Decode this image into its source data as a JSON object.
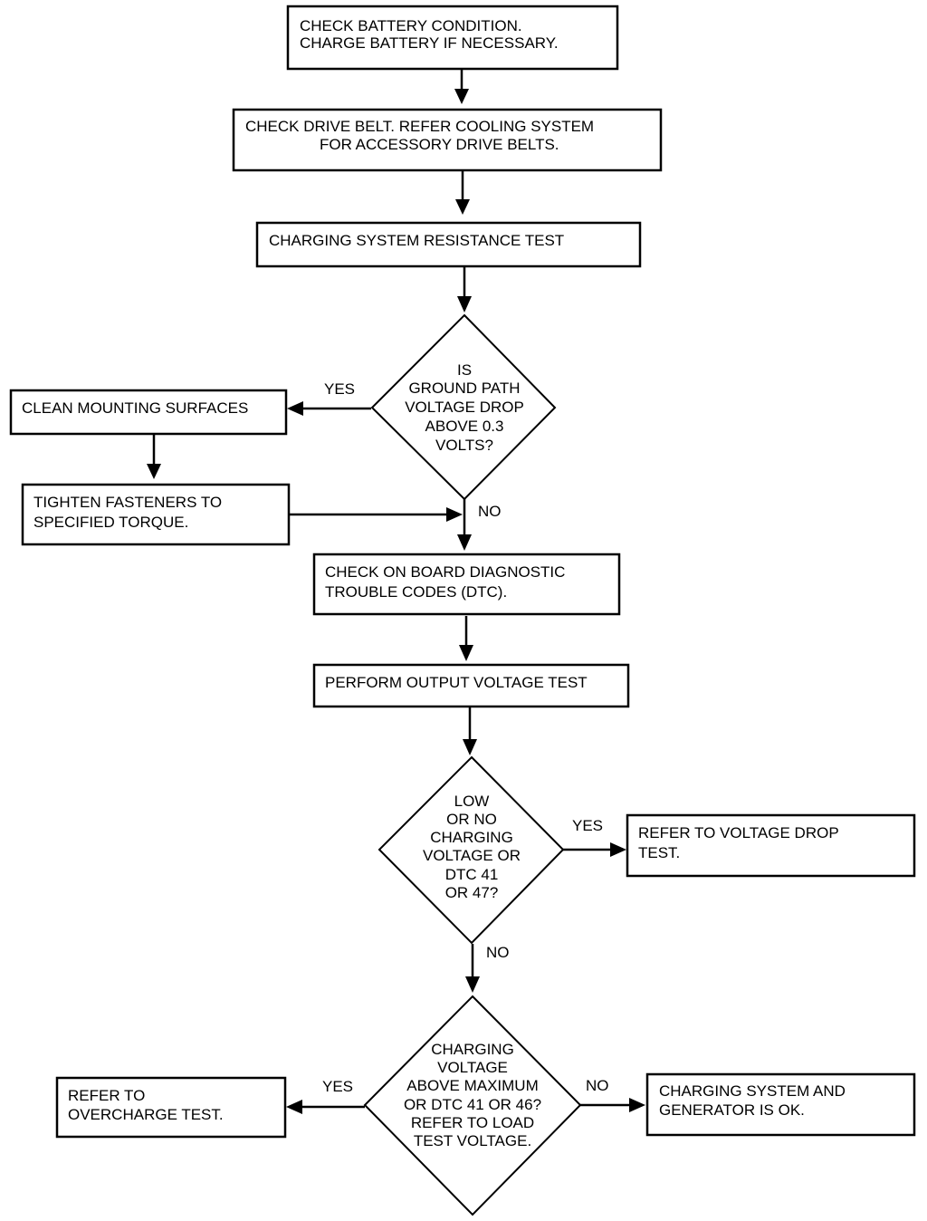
{
  "steps": {
    "check_battery": [
      "CHECK BATTERY CONDITION.",
      "CHARGE BATTERY IF NECESSARY."
    ],
    "check_belt": [
      "CHECK DRIVE BELT. REFER  COOLING  SYSTEM",
      "FOR ACCESSORY DRIVE BELTS."
    ],
    "resistance_test": [
      "CHARGING SYSTEM RESISTANCE TEST"
    ],
    "clean_surfaces": [
      "CLEAN MOUNTING SURFACES"
    ],
    "tighten_fasteners": [
      "TIGHTEN FASTENERS TO",
      "SPECIFIED TORQUE."
    ],
    "check_dtc": [
      "CHECK ON BOARD DIAGNOSTIC",
      "TROUBLE CODES (DTC)."
    ],
    "output_test": [
      "PERFORM OUTPUT VOLTAGE TEST"
    ],
    "voltage_drop": [
      "REFER TO VOLTAGE DROP",
      "TEST."
    ],
    "overcharge": [
      "REFER TO",
      "OVERCHARGE TEST."
    ],
    "system_ok": [
      "CHARGING SYSTEM AND",
      "GENERATOR IS OK."
    ]
  },
  "decisions": {
    "ground_path": [
      "IS",
      "GROUND PATH",
      "VOLTAGE DROP",
      "ABOVE 0.3",
      "VOLTS?"
    ],
    "low_charging": [
      "LOW",
      "OR NO",
      "CHARGING",
      "VOLTAGE OR",
      "DTC  41",
      "OR 47?"
    ],
    "above_max": [
      "CHARGING",
      "VOLTAGE",
      "ABOVE MAXIMUM",
      "OR DTC 41 OR 46?",
      "REFER TO LOAD",
      "TEST VOLTAGE."
    ]
  },
  "labels": {
    "yes_ground": "YES",
    "no_ground": "NO",
    "yes_low": "YES",
    "no_low": "NO",
    "yes_max": "YES",
    "no_max": "NO"
  }
}
